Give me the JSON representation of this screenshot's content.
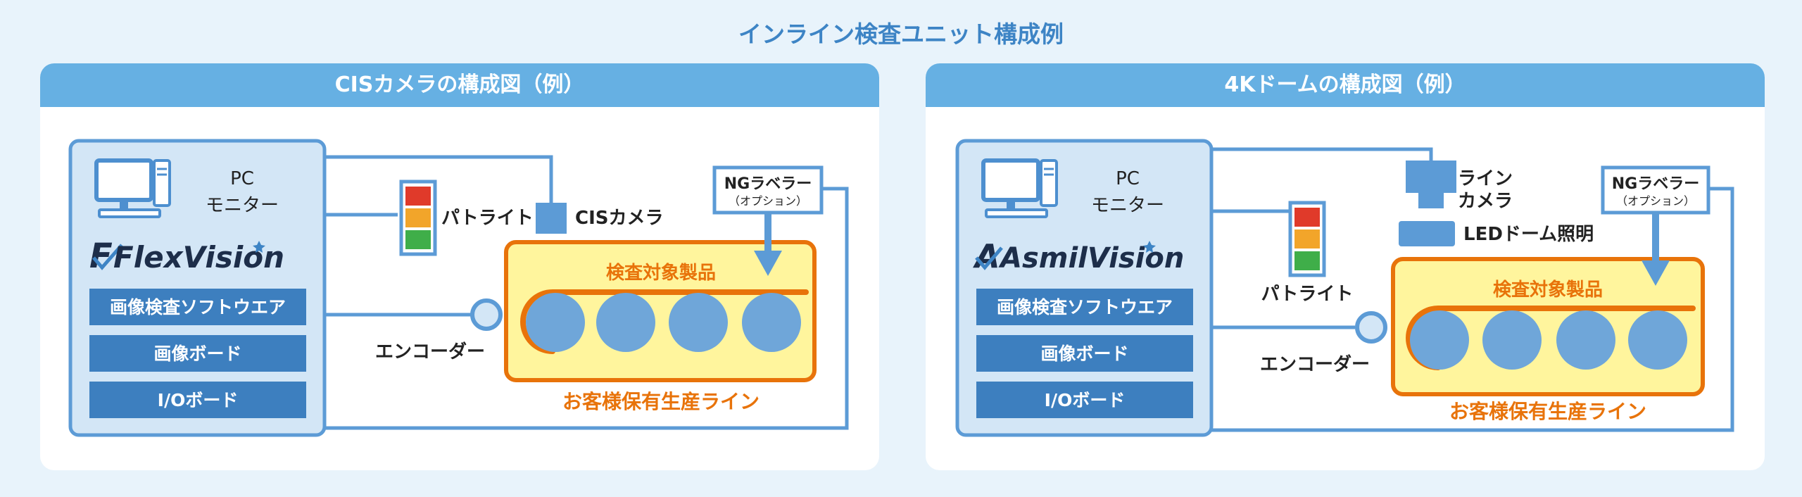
{
  "page_title": "インライン検査ユニット構成例",
  "colors": {
    "background": "#e8f3fb",
    "header_blue": "#66b0e3",
    "title_blue": "#3d84c5",
    "pc_box_fill": "#d3e6f6",
    "line_blue": "#5c9bd6",
    "software_box": "#3d7fbf",
    "product_fill": "#fff59d",
    "product_border": "#e8730a",
    "orange_text": "#e8730a",
    "light_red": "#e03a2a",
    "light_amber": "#f2a52a",
    "light_green": "#3fae49"
  },
  "panels": {
    "cis": {
      "title": "CISカメラの構成図（例）",
      "pc_label_line1": "PC",
      "pc_label_line2": "モニター",
      "logo_text": "FlexVision",
      "logo_mark": "F",
      "software_label": "画像検査ソフトウエア",
      "board_label": "画像ボード",
      "io_label": "I/Oボード",
      "patlite_label": "パトライト",
      "camera_label": "CISカメラ",
      "ng_labeler_label": "NGラベラー",
      "ng_labeler_sub": "（オプション）",
      "encoder_label": "エンコーダー",
      "product_label": "検査対象製品",
      "line_label": "お客様保有生産ライン"
    },
    "dome": {
      "title": "4Kドームの構成図（例）",
      "pc_label_line1": "PC",
      "pc_label_line2": "モニター",
      "logo_text": "AsmilVision",
      "logo_mark": "A",
      "software_label": "画像検査ソフトウエア",
      "board_label": "画像ボード",
      "io_label": "I/Oボード",
      "patlite_label": "パトライト",
      "camera_label_line1": "ライン",
      "camera_label_line2": "カメラ",
      "dome_light_label": "LEDドーム照明",
      "ng_labeler_label": "NGラベラー",
      "ng_labeler_sub": "（オプション）",
      "encoder_label": "エンコーダー",
      "product_label": "検査対象製品",
      "line_label": "お客様保有生産ライン"
    }
  }
}
